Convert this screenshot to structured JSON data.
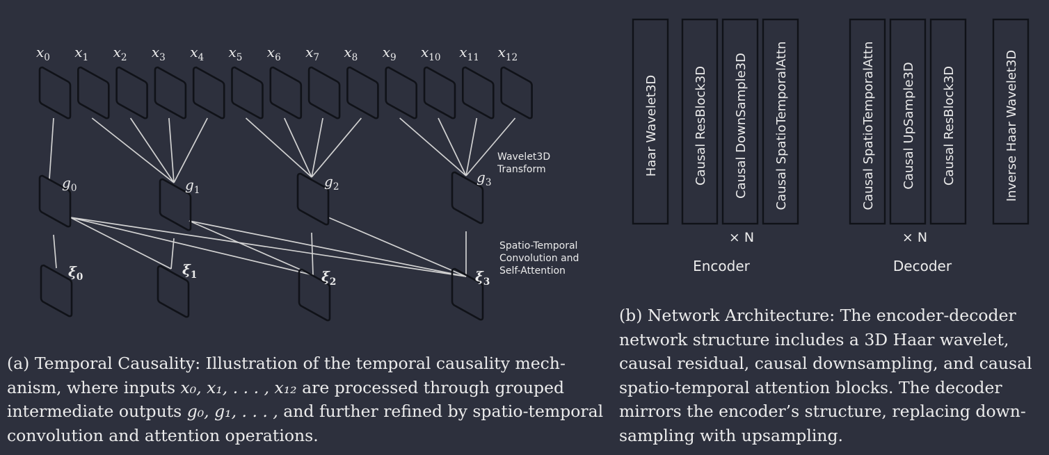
{
  "figure_a": {
    "inputs": [
      {
        "base": "x",
        "sub": "0"
      },
      {
        "base": "x",
        "sub": "1"
      },
      {
        "base": "x",
        "sub": "2"
      },
      {
        "base": "x",
        "sub": "3"
      },
      {
        "base": "x",
        "sub": "4"
      },
      {
        "base": "x",
        "sub": "5"
      },
      {
        "base": "x",
        "sub": "6"
      },
      {
        "base": "x",
        "sub": "7"
      },
      {
        "base": "x",
        "sub": "8"
      },
      {
        "base": "x",
        "sub": "9"
      },
      {
        "base": "x",
        "sub": "10"
      },
      {
        "base": "x",
        "sub": "11"
      },
      {
        "base": "x",
        "sub": "12"
      }
    ],
    "groups": [
      {
        "base": "g",
        "sub": "0"
      },
      {
        "base": "g",
        "sub": "1"
      },
      {
        "base": "g",
        "sub": "2"
      },
      {
        "base": "g",
        "sub": "3"
      }
    ],
    "outputs": [
      {
        "base": "ξ",
        "sub": "0"
      },
      {
        "base": "ξ",
        "sub": "1"
      },
      {
        "base": "ξ",
        "sub": "2"
      },
      {
        "base": "ξ",
        "sub": "3"
      }
    ],
    "group_members": [
      [
        0
      ],
      [
        1,
        2,
        3,
        4
      ],
      [
        5,
        6,
        7,
        8
      ],
      [
        9,
        10,
        11,
        12
      ]
    ],
    "wavelet_label": [
      "Wavelet3D",
      "Transform"
    ],
    "attention_label": [
      "Spatio-Temporal",
      "Convolution and",
      "Self-Attention"
    ],
    "colors": {
      "stroke": "#101218",
      "line": "#d2d2d2",
      "text": "#ececec"
    }
  },
  "figure_b": {
    "encoder_blocks": [
      {
        "label": "Haar Wavelet3D",
        "repeated": false
      },
      {
        "label": "Causal ResBlock3D",
        "repeated": true
      },
      {
        "label": "Causal DownSample3D",
        "repeated": true
      },
      {
        "label": "Causal SpatioTemporalAttn",
        "repeated": true
      }
    ],
    "decoder_blocks": [
      {
        "label": "Causal SpatioTemporalAttn",
        "repeated": true
      },
      {
        "label": "Causal UpSample3D",
        "repeated": true
      },
      {
        "label": "Causal ResBlock3D",
        "repeated": true
      },
      {
        "label": "Inverse Haar Wavelet3D",
        "repeated": false
      }
    ],
    "repeat_label": "× N",
    "encoder_title": "Encoder",
    "decoder_title": "Decoder"
  },
  "caption_a": {
    "part1": "(a) Temporal Causality: Illustration of the temporal causality mech-anism, where inputs ",
    "math1": "x₀, x₁, . . . , x₁₂",
    "part2": " are processed through grouped intermediate outputs ",
    "math2": "g₀, g₁, . . . ,",
    "part3": " and further refined by spatio-temporal convolution and attention operations."
  },
  "caption_b": {
    "text": "(b) Network Architecture: The encoder-decoder network structure includes a 3D Haar wavelet, causal residual, causal downsampling, and causal spatio-temporal attention blocks. The decoder mirrors the encoder’s structure, replacing down-sampling with upsampling."
  }
}
